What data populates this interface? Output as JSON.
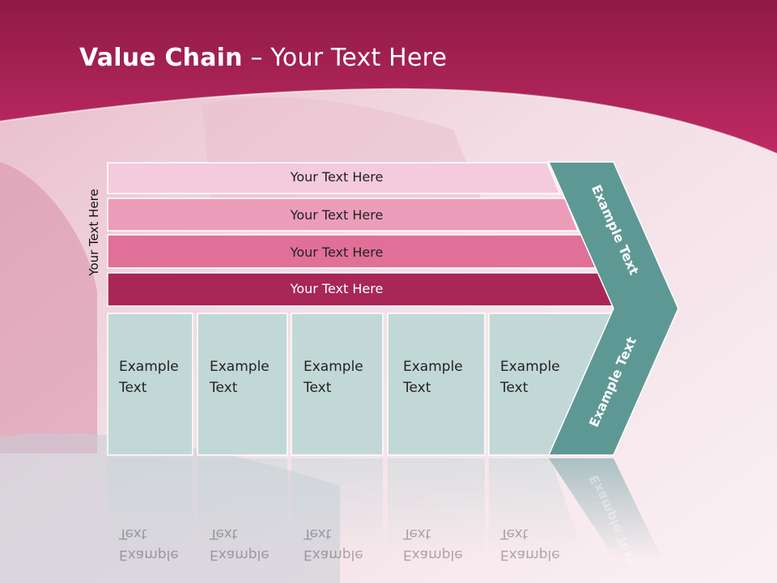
{
  "slide": {
    "title_bold": "Value Chain",
    "title_rest": " – Your Text Here",
    "vertical_label": "Your Text Here",
    "bars": [
      {
        "label": "Your Text Here",
        "color": "#f4cadc"
      },
      {
        "label": "Your Text Here",
        "color": "#ec9dba"
      },
      {
        "label": "Your Text Here",
        "color": "#e07098"
      },
      {
        "label": "Your Text Here",
        "color": "#a82756"
      }
    ],
    "boxes": [
      {
        "line1": "Example",
        "line2": "Text"
      },
      {
        "line1": "Example",
        "line2": "Text"
      },
      {
        "line1": "Example",
        "line2": "Text"
      },
      {
        "line1": "Example",
        "line2": "Text"
      },
      {
        "line1": "Example",
        "line2": "Text"
      }
    ],
    "chevron_top_label": "Example Text",
    "chevron_bottom_label": "Example Text",
    "colors": {
      "header": "#b2245a",
      "teal": "#5e9895",
      "box_fill": "#c2d8d6"
    }
  }
}
